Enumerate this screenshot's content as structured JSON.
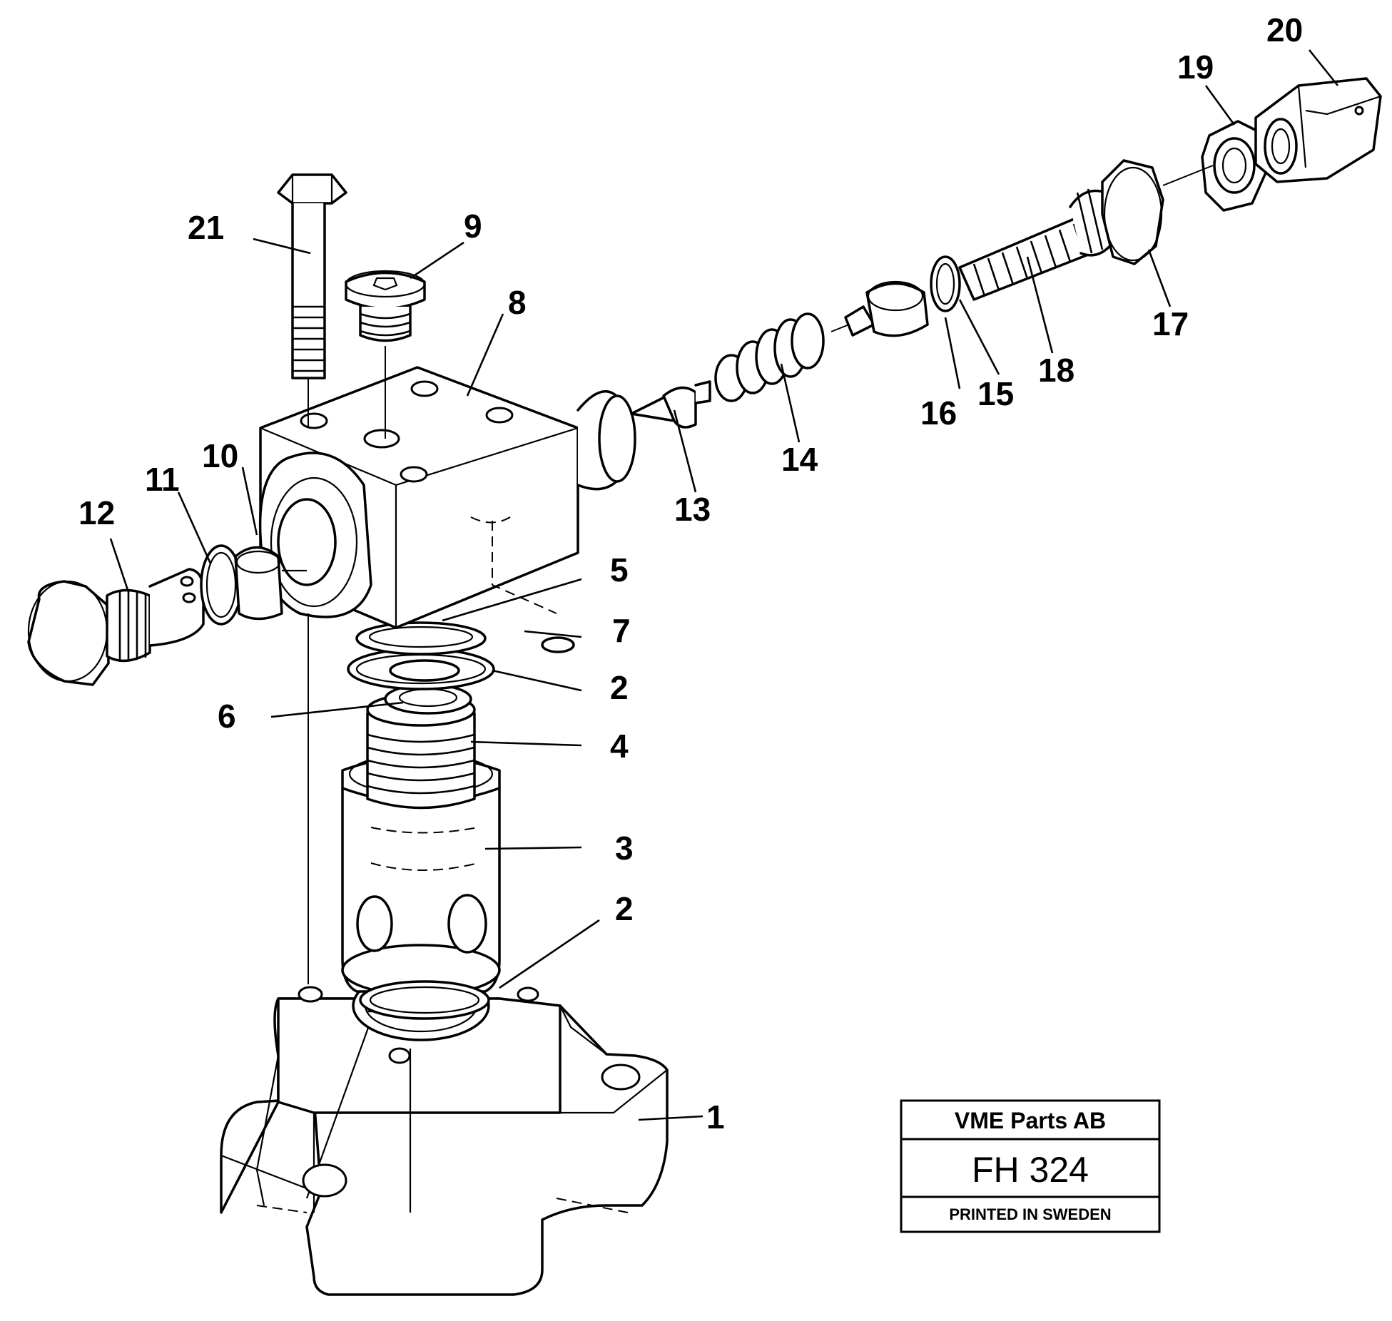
{
  "callouts": {
    "c1": "1",
    "c2a": "2",
    "c2b": "2",
    "c3": "3",
    "c4": "4",
    "c5": "5",
    "c6": "6",
    "c7": "7",
    "c8": "8",
    "c9": "9",
    "c10": "10",
    "c11": "11",
    "c12": "12",
    "c13": "13",
    "c14": "14",
    "c15": "15",
    "c16": "16",
    "c17": "17",
    "c18": "18",
    "c19": "19",
    "c20": "20",
    "c21": "21"
  },
  "title_block": {
    "company": "VME Parts AB",
    "code": "FH 324",
    "note": "PRINTED IN SWEDEN"
  }
}
